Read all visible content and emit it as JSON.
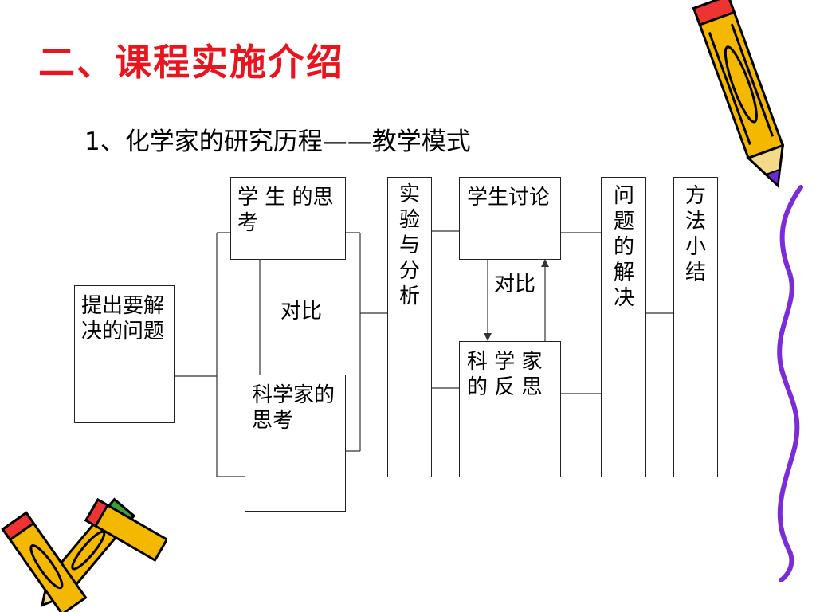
{
  "slide": {
    "title": "二、课程实施介绍",
    "subtitle": "1、化学家的研究历程——教学模式"
  },
  "diagram": {
    "boxes": {
      "problem": "提出要解决的问题",
      "student_thinking": "学 生 的思考",
      "scientist_thinking": "科学家的思考",
      "experiment": "实验与分析",
      "student_discussion": "学生讨论",
      "scientist_reflection": "科 学 家 的 反 思",
      "solution": "问题的解决",
      "summary": "方法小结"
    },
    "labels": {
      "compare1": "对比",
      "compare2": "对比"
    }
  },
  "decor": {
    "icons": [
      "pencil-icon-top-right",
      "pencil-icon-bottom-left",
      "wavy-line-icon"
    ],
    "colors": {
      "title": "#e8141e",
      "pencil_body": "#f5b800",
      "pencil_tip_purple": "#6a2ccf",
      "pencil_eraser_red": "#e33",
      "wavy_line": "#7b2bd8"
    }
  }
}
